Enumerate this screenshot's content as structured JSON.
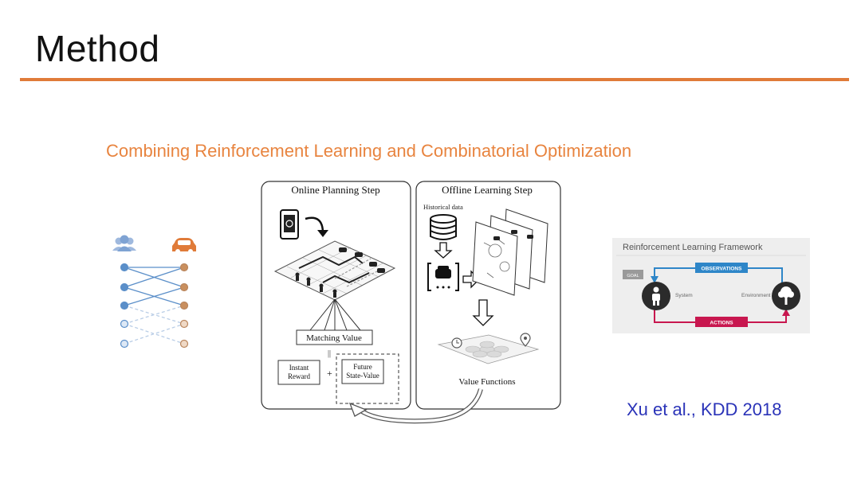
{
  "slide": {
    "title": "Method",
    "subtitle": "Combining Reinforcement Learning and Combinatorial Optimization",
    "citation": "Xu et al., KDD 2018"
  },
  "framework_diagram": {
    "online_title": "Online Planning Step",
    "offline_title": "Offline Learning Step",
    "historical_data": "Historical data",
    "matching_value": "Matching Value",
    "equals": "||",
    "instant_reward_line1": "Instant",
    "instant_reward_line2": "Reward",
    "plus": "+",
    "future_line1": "Future",
    "future_line2": "State-Value",
    "value_functions": "Value Functions"
  },
  "rl_framework": {
    "title": "Reinforcement Learning Framework",
    "observations": "OBSERVATIONS",
    "actions": "ACTIONS",
    "goal": "GOAL",
    "system": "System",
    "environment": "Environment"
  },
  "colors": {
    "accent_orange": "#e07b39",
    "citation_blue": "#2a33b8",
    "passenger_blue": "#5b8fc9",
    "driver_orange": "#e07b39",
    "obs_blue": "#2e86c8",
    "actions_red": "#c8174f"
  },
  "icons": [
    "users-icon",
    "car-icon",
    "smartphone-icon",
    "database-icon",
    "taxi-icon",
    "clock-icon",
    "location-pin-icon",
    "person-icon",
    "tree-icon"
  ]
}
